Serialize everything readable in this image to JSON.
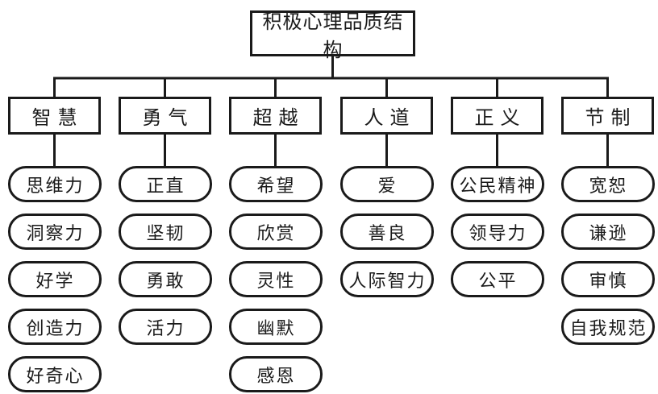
{
  "title": "积极心理品质结构",
  "categories": [
    {
      "label": "智慧",
      "items": [
        "思维力",
        "洞察力",
        "好学",
        "创造力",
        "好奇心"
      ]
    },
    {
      "label": "勇气",
      "items": [
        "正直",
        "坚韧",
        "勇敢",
        "活力"
      ]
    },
    {
      "label": "超越",
      "items": [
        "希望",
        "欣赏",
        "灵性",
        "幽默",
        "感恩"
      ]
    },
    {
      "label": "人道",
      "items": [
        "爱",
        "善良",
        "人际智力"
      ]
    },
    {
      "label": "正义",
      "items": [
        "公民精神",
        "领导力",
        "公平"
      ]
    },
    {
      "label": "节制",
      "items": [
        "宽恕",
        "谦逊",
        "审慎",
        "自我规范"
      ]
    }
  ],
  "colors": {
    "line": "#1a1a1a",
    "text": "#1a1a1a",
    "background": "#ffffff"
  }
}
